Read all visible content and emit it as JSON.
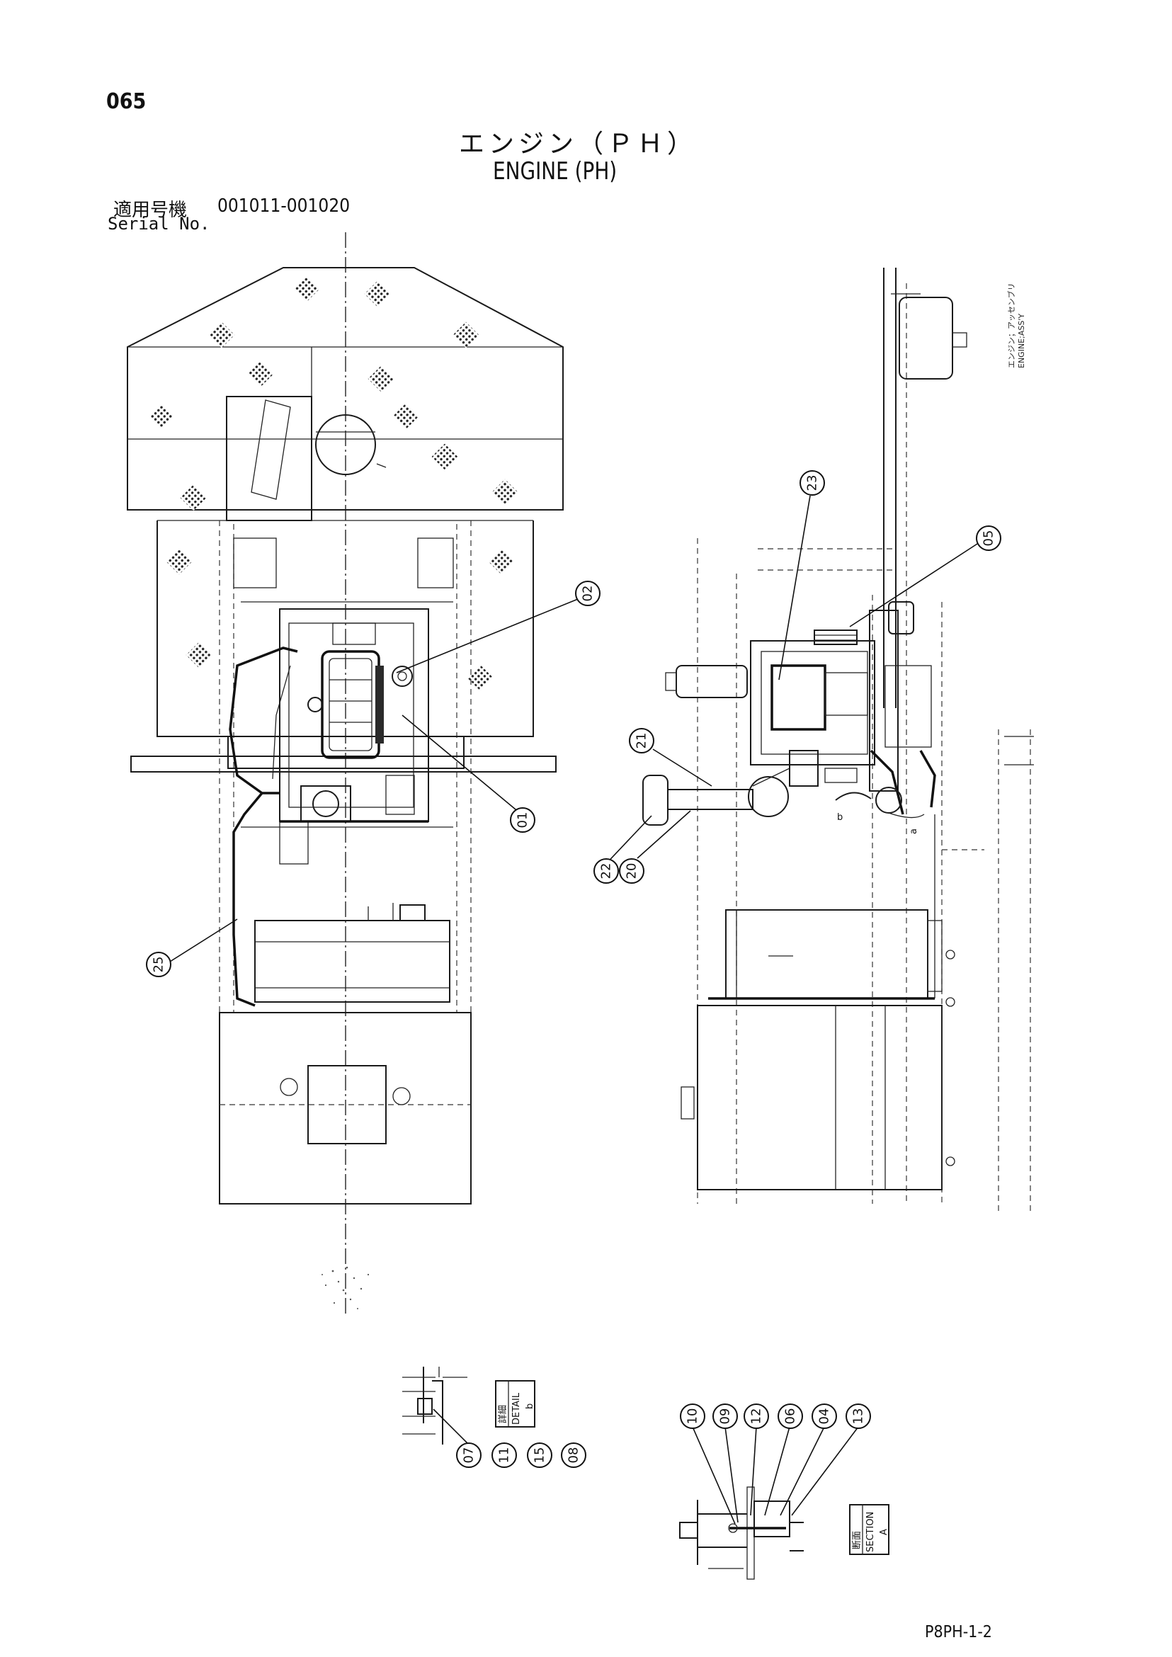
{
  "page_number": "065",
  "title_jp": "エンジン（ＰＨ）",
  "title_en": "ENGINE (PH)",
  "serial": {
    "label_jp": "適用号機",
    "range": "001011-001020",
    "label_en": "Serial No."
  },
  "assembly_label": {
    "jp": "エンジン；アッセンブリ",
    "en": "ENGINE;ASS'Y"
  },
  "detail_box": {
    "jp": "詳細",
    "en": "DETAIL",
    "letter": "b"
  },
  "section_box": {
    "jp": "断面",
    "en": "SECTION",
    "letter": "A"
  },
  "view_marks": [
    "b",
    "a"
  ],
  "callouts": {
    "left_view": [
      "02",
      "01",
      "25"
    ],
    "right_view": [
      "23",
      "05",
      "21",
      "22",
      "20"
    ],
    "detail_b": [
      "07",
      "11",
      "15",
      "08"
    ],
    "section_a": [
      "10",
      "09",
      "12",
      "06",
      "04",
      "13"
    ]
  },
  "drawing_code": "P8PH-1-2"
}
